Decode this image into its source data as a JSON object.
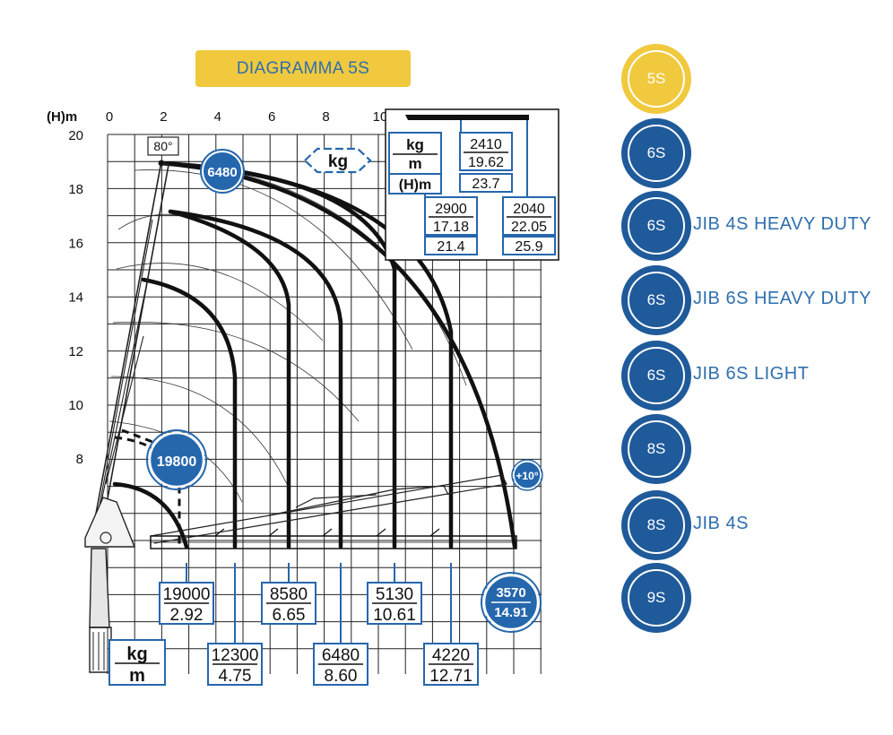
{
  "title": "DIAGRAMMA 5S",
  "colors": {
    "accent_yellow": "#f0c93e",
    "brand_blue": "#2567ad",
    "dark_blue": "#1f5a9a",
    "label_blue": "#2f6fae",
    "ink": "#111111"
  },
  "axes": {
    "y_unit": "(H)m",
    "x_ticks": [
      "0",
      "2",
      "4",
      "6",
      "8",
      "10"
    ],
    "y_ticks": [
      "20",
      "18",
      "16",
      "14",
      "12",
      "10",
      "8"
    ]
  },
  "angle_label": "80°",
  "kg_badge": "kg",
  "tilt_badge": "+10°",
  "load_badges": {
    "top": "6480",
    "mid": "19800",
    "tip_kg": "3570",
    "tip_m": "14.91"
  },
  "legend_box": {
    "kg": "kg",
    "m": "m",
    "h": "(H)m"
  },
  "unit_box": {
    "kg": "kg",
    "m": "m"
  },
  "jib_boxes": [
    {
      "kg": "2410",
      "m": "19.62",
      "h": "23.7"
    },
    {
      "kg": "2900",
      "m": "17.18",
      "h": "21.4"
    },
    {
      "kg": "2040",
      "m": "22.05",
      "h": "25.9"
    }
  ],
  "load_boxes": [
    {
      "kg": "19000",
      "m": "2.92"
    },
    {
      "kg": "12300",
      "m": "4.75"
    },
    {
      "kg": "8580",
      "m": "6.65"
    },
    {
      "kg": "6480",
      "m": "8.60"
    },
    {
      "kg": "5130",
      "m": "10.61"
    },
    {
      "kg": "4220",
      "m": "12.71"
    }
  ],
  "models": [
    {
      "code": "5S",
      "label": "",
      "active": true
    },
    {
      "code": "6S",
      "label": "",
      "active": false
    },
    {
      "code": "6S",
      "label": "JIB 4S HEAVY DUTY",
      "active": false
    },
    {
      "code": "6S",
      "label": "JIB 6S HEAVY DUTY",
      "active": false
    },
    {
      "code": "6S",
      "label": "JIB 6S LIGHT",
      "active": false
    },
    {
      "code": "8S",
      "label": "",
      "active": false
    },
    {
      "code": "8S",
      "label": "JIB 4S",
      "active": false
    },
    {
      "code": "9S",
      "label": "",
      "active": false
    }
  ]
}
